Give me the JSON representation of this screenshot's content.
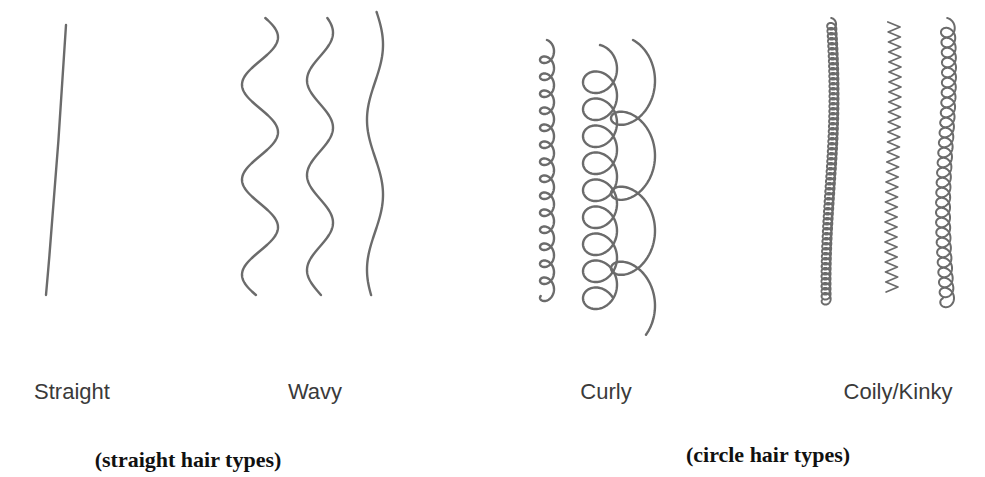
{
  "diagram": {
    "labels": [
      "Straight",
      "Wavy",
      "Curly",
      "Coily/Kinky",
      "(straight hair types)",
      "(circle hair types)"
    ]
  }
}
